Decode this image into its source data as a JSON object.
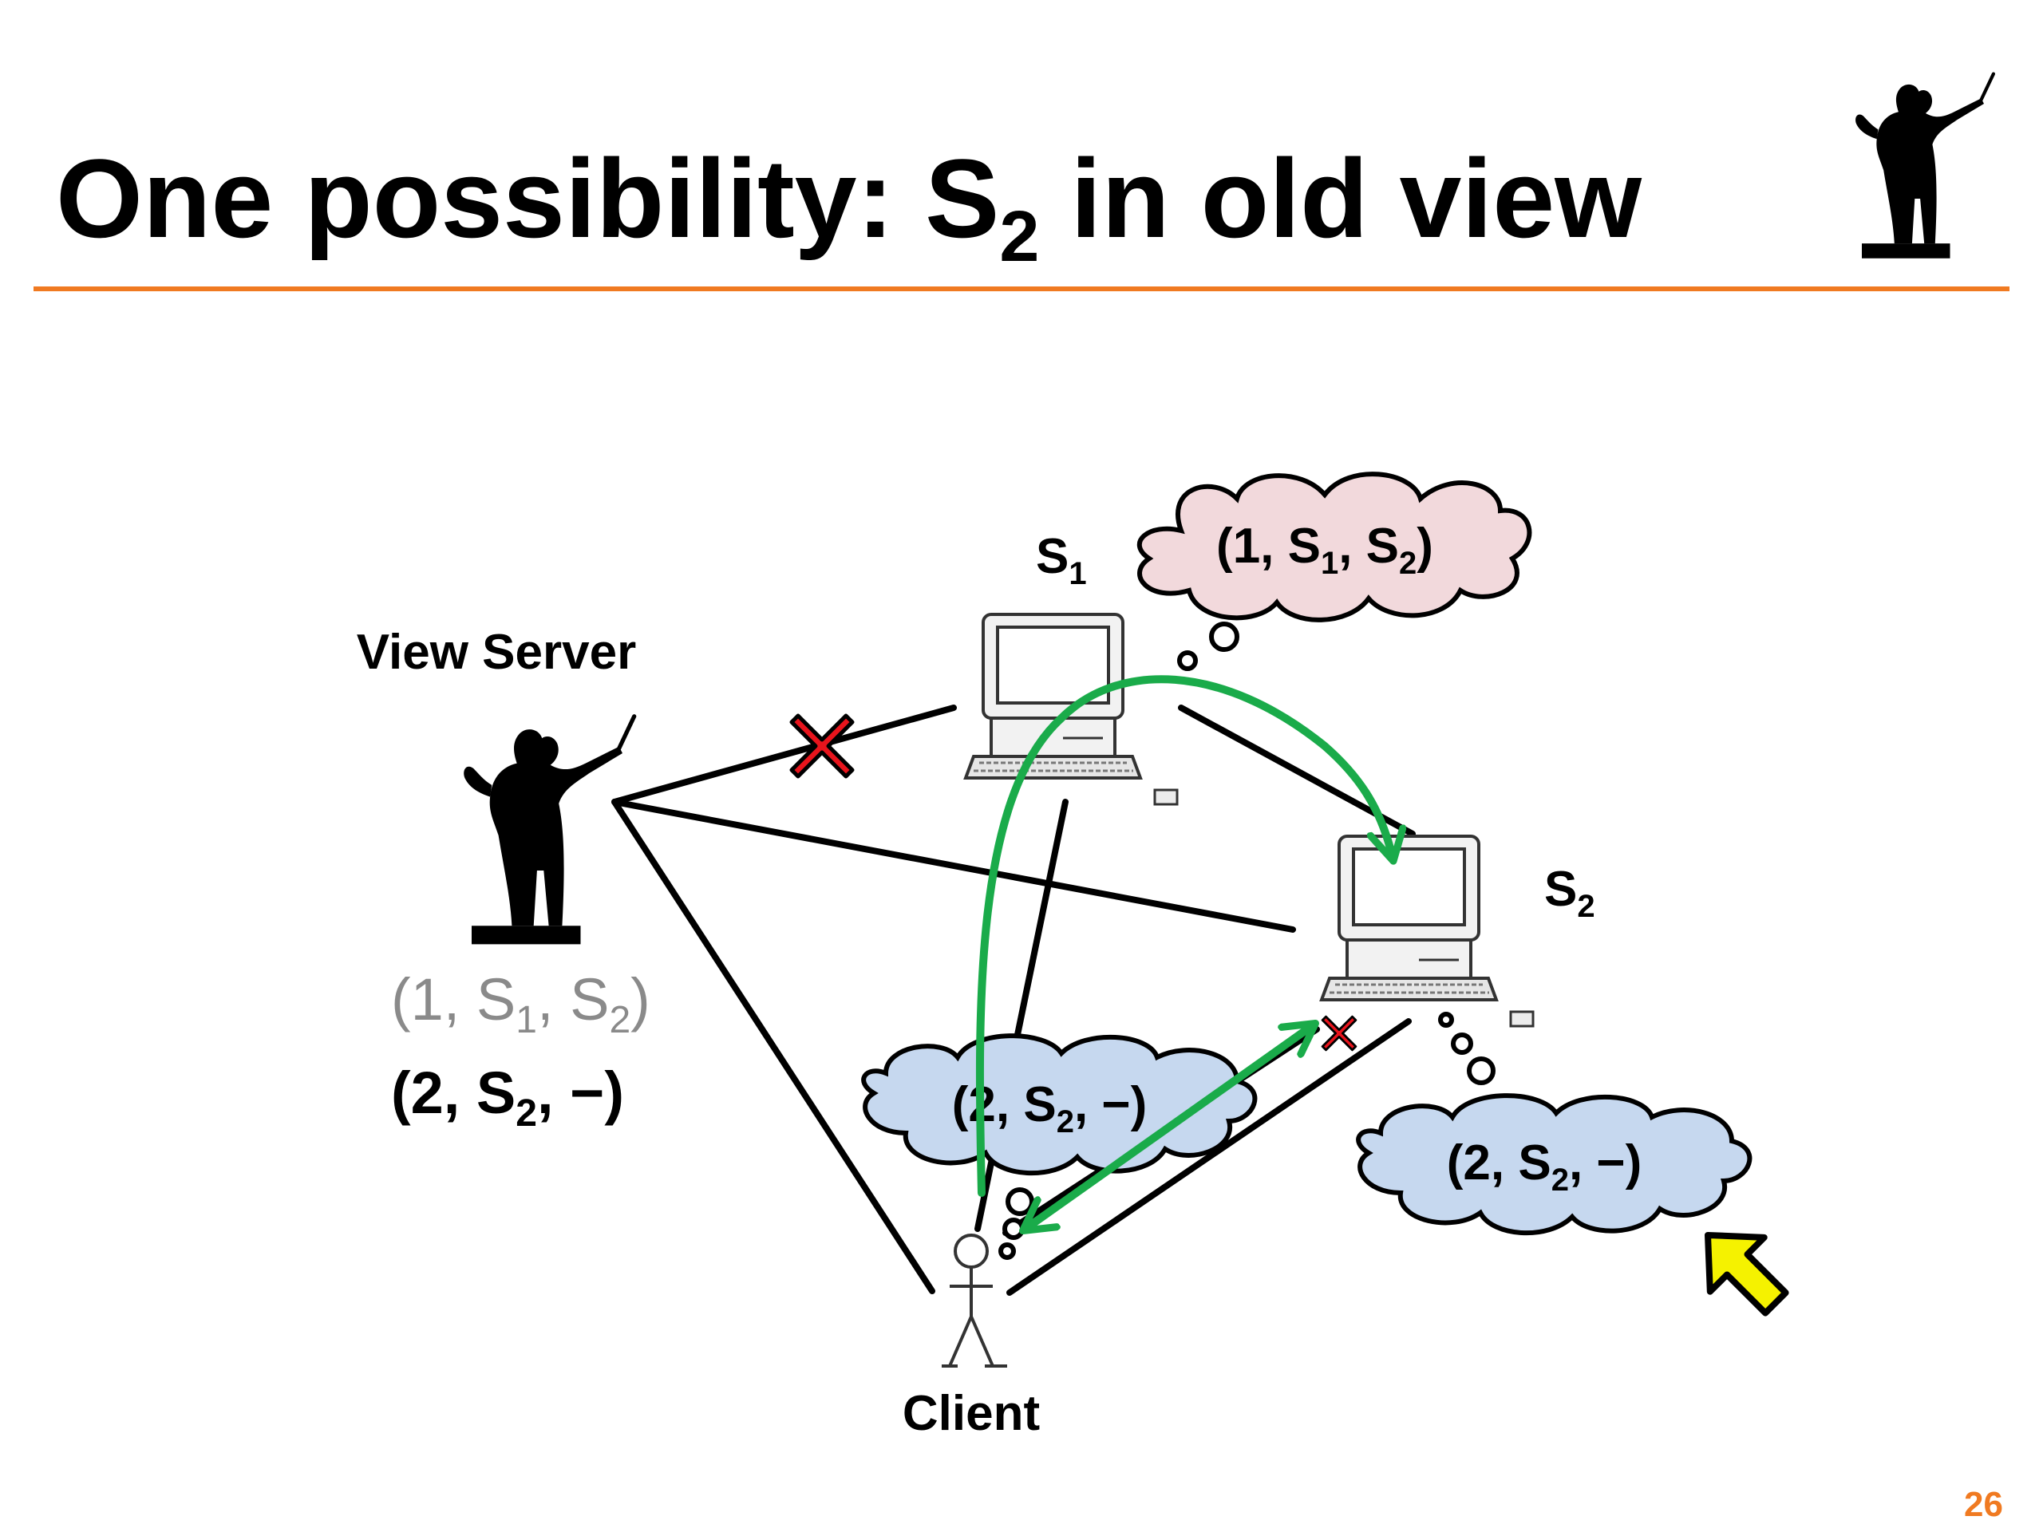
{
  "slide": {
    "title_main": "One possibility: S",
    "title_sub": "2",
    "title_rest": " in old view",
    "page_number": "26",
    "accent_color": "#f07a21"
  },
  "view_server": {
    "label": "View Server",
    "old_view": {
      "open": "(1, S",
      "s1_sub": "1",
      "mid": ", S",
      "s2_sub": "2",
      "close": ")"
    },
    "new_view": {
      "open": "(2, S",
      "sub": "2",
      "close": ", −)"
    }
  },
  "s1": {
    "label": "S",
    "label_sub": "1",
    "thought": {
      "open": "(1, S",
      "s1_sub": "1",
      "mid": ", S",
      "s2_sub": "2",
      "close": ")"
    },
    "cloud_color": "#f2d9dc"
  },
  "s2": {
    "label": "S",
    "label_sub": "2",
    "thought": {
      "open": "(2, S",
      "sub": "2",
      "close": ", −)"
    },
    "cloud_color": "#c6d8ef"
  },
  "client": {
    "label": "Client",
    "thought": {
      "open": "(2, S",
      "sub": "2",
      "close": ", −)"
    },
    "cloud_color": "#c6d8ef"
  },
  "colors": {
    "arrow": "#1aab4a",
    "cross": "#e8141c",
    "pointer": "#f5f200"
  }
}
